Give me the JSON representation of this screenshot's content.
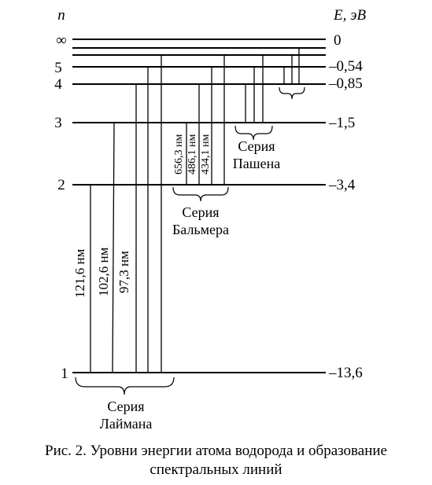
{
  "axes": {
    "n_label": "n",
    "e_label": "E, эВ"
  },
  "levels": [
    {
      "id": "inf",
      "n": "∞",
      "energy": "0"
    },
    {
      "id": "l5",
      "n": "5",
      "energy": "–0,54"
    },
    {
      "id": "l4",
      "n": "4",
      "energy": "–0,85"
    },
    {
      "id": "l3",
      "n": "3",
      "energy": "–1,5"
    },
    {
      "id": "l2",
      "n": "2",
      "energy": "–3,4"
    },
    {
      "id": "l1",
      "n": "1",
      "energy": "–13,6"
    }
  ],
  "wavelengths": {
    "lyman_1": "121,6 нм",
    "lyman_2": "102,6 нм",
    "lyman_3": "97,3 нм",
    "balmer_1": "656,3 нм",
    "balmer_2": "486,1 нм",
    "balmer_3": "434,1 нм"
  },
  "series": {
    "lyman": {
      "line1": "Серия",
      "line2": "Лаймана"
    },
    "balmer": {
      "line1": "Серия",
      "line2": "Бальмера"
    },
    "paschen": {
      "line1": "Серия",
      "line2": "Пашена"
    }
  },
  "caption": {
    "line1": "Рис. 2. Уровни энергии атома водорода и образование",
    "line2": "спектральных линий"
  }
}
